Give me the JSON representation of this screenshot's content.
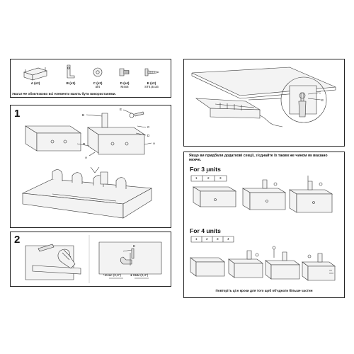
{
  "parts": [
    {
      "letter": "A",
      "qty": "(x2)",
      "sub": ""
    },
    {
      "letter": "B",
      "qty": "(x1)",
      "sub": ""
    },
    {
      "letter": "C",
      "qty": "(x3)",
      "sub": "Ø4"
    },
    {
      "letter": "D",
      "qty": "(x4)",
      "sub": "M4x6"
    },
    {
      "letter": "E",
      "qty": "(x2)",
      "sub": "ST4,8x16"
    }
  ],
  "parts_note": "Увага! Не обов'язково всі елементи мають бути використанями.",
  "step1": {
    "number": "1",
    "callouts": [
      "B",
      "E",
      "C",
      "D",
      "A",
      "D",
      "A"
    ]
  },
  "step2": {
    "number": "2",
    "screw_tag": "E",
    "dim_left": "Чекає (0,8\")",
    "dim_right": "● 8мм (0,3\")"
  },
  "right": {
    "top_callouts": [
      "C",
      "E"
    ],
    "note": "Якщо ви придбали додаткові секції, з'єднайте їх таким же чином як вказано нижче.",
    "for3": {
      "title": "For 3 units",
      "seg_numbers": [
        "1",
        "2",
        "3"
      ],
      "top_number": "2"
    },
    "for4": {
      "title": "For 4 units",
      "seg_numbers": [
        "1",
        "2",
        "3",
        "4"
      ]
    },
    "footer": "Повторіть ці ж кроки для того щоб об'єднати більше частин"
  }
}
